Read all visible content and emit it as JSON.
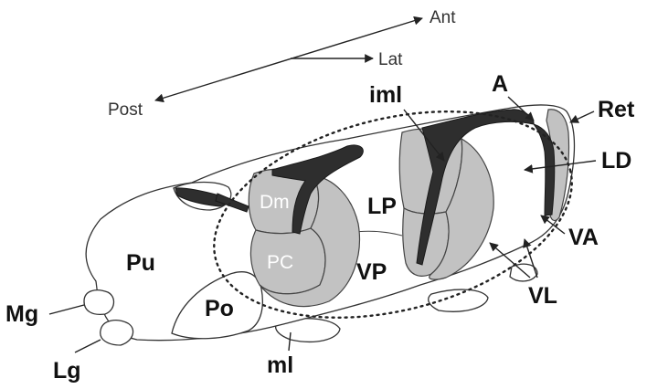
{
  "axes": {
    "ant": "Ant",
    "lat": "Lat",
    "post": "Post"
  },
  "labels": {
    "a": "A",
    "iml": "iml",
    "ret": "Ret",
    "ld": "LD",
    "lp": "LP",
    "dm": "Dm",
    "pc": "PC",
    "va": "VA",
    "vp": "VP",
    "vl": "VL",
    "pu": "Pu",
    "po": "Po",
    "mg": "Mg",
    "lg": "Lg",
    "ml": "ml"
  },
  "colors": {
    "nucleus_gray": "#c2c2c2",
    "lamina_dark": "#2e2e2e",
    "outline": "#333333"
  }
}
